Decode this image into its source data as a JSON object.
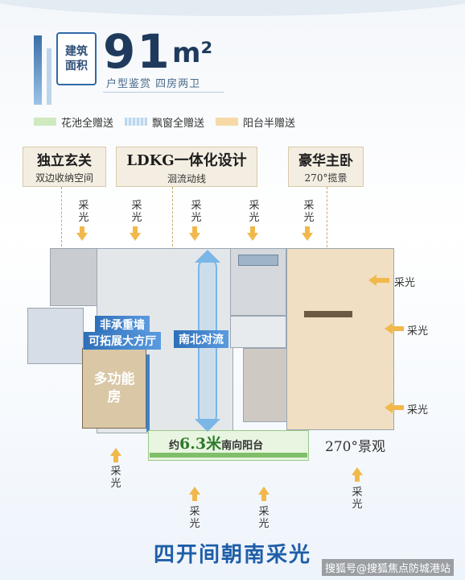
{
  "header": {
    "area_label_line1": "建筑",
    "area_label_line2": "面积",
    "area_number": "91",
    "area_unit": "m²",
    "subtitle": "户型鉴赏 四房两卫"
  },
  "legend": [
    {
      "label": "花池全赠送",
      "color": "#cfe9c0"
    },
    {
      "label": "飘窗全赠送",
      "color": "#bcd7ef"
    },
    {
      "label": "阳台半赠送",
      "color": "#f7d9a8"
    }
  ],
  "labels": {
    "foyer_title": "独立玄关",
    "foyer_sub": "双边收纳空间",
    "ldkg_title": "LDKG一体化设计",
    "ldkg_sub": "洄流动线",
    "master_title": "豪华主卧",
    "master_sub": "270°揽景",
    "wall_line1": "非承重墙",
    "wall_line2": "可拓展大方厅",
    "south_north": "南北对流",
    "multi_room": "多功能房",
    "balcony_prefix": "约",
    "balcony_num": "6.3米",
    "balcony_suffix": "南向阳台",
    "view_270": "270°景观",
    "light": "采光"
  },
  "bottom_title": "四开间朝南采光",
  "watermark": "搜狐号@搜狐焦点防城港站",
  "colors": {
    "accent_blue": "#1f5ea8",
    "arrow_yellow": "#f1b84b",
    "green_strip": "#cfe9c0",
    "orange_area": "#f7d9a8"
  }
}
